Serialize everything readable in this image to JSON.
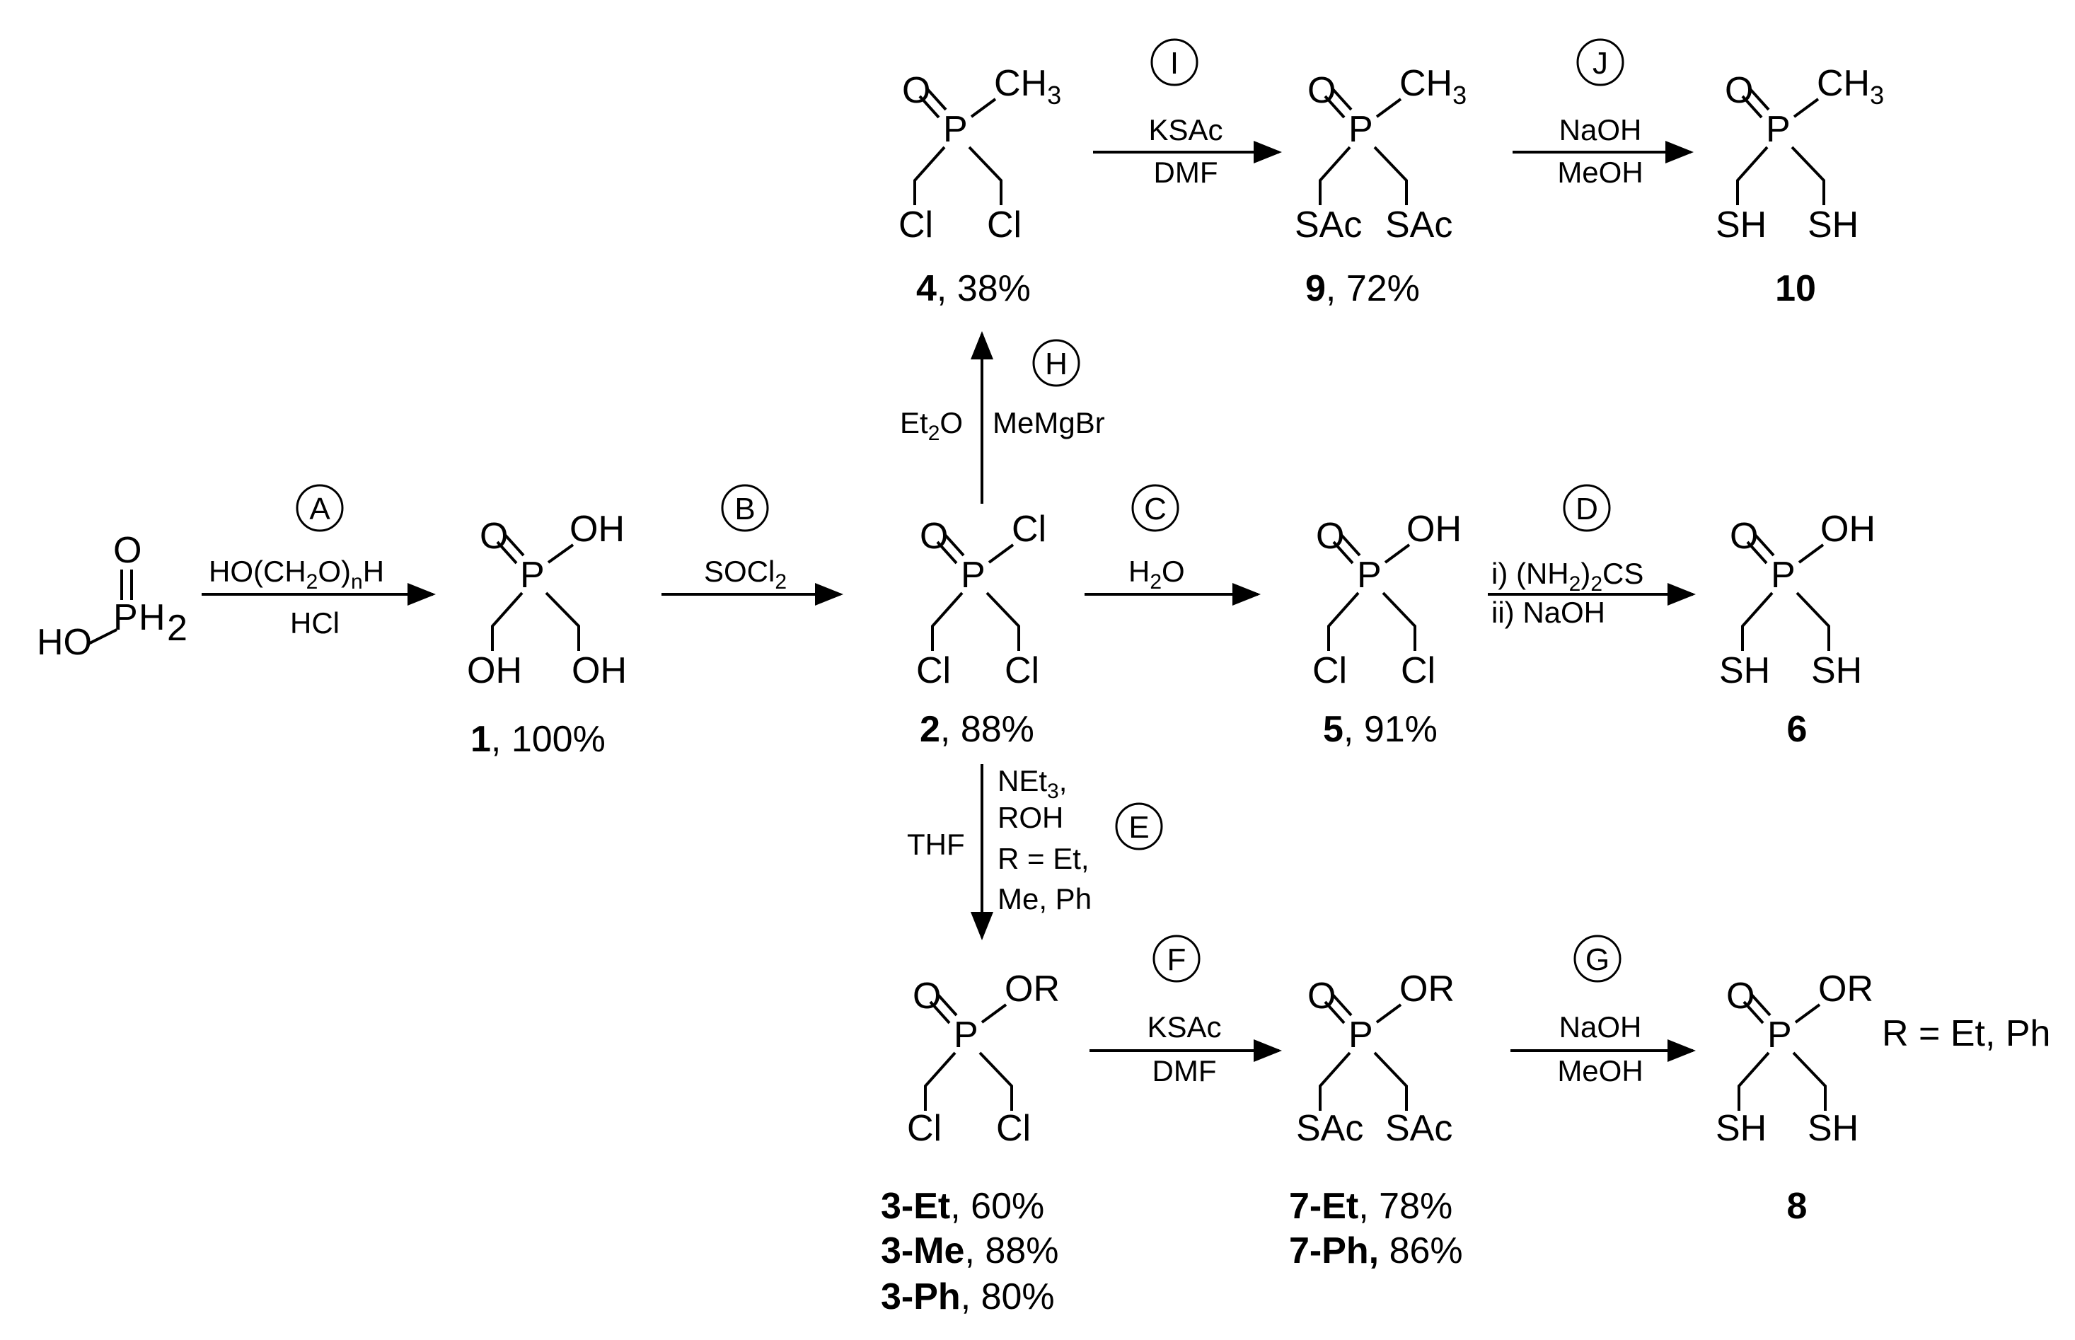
{
  "compounds": [
    {
      "id": "hp",
      "top": [],
      "atoms": {
        "o": "O",
        "p": "P",
        "ho": "HO",
        "h2": "H",
        "h2sub": "2"
      }
    },
    {
      "id": "c1",
      "top": [
        "O",
        "P",
        "OH"
      ],
      "bottom": [
        "OH",
        "OH"
      ],
      "label_num": "1",
      "label_rest": ", 100%"
    },
    {
      "id": "c2",
      "top": [
        "O",
        "P",
        "Cl"
      ],
      "bottom": [
        "Cl",
        "Cl"
      ],
      "label_num": "2",
      "label_rest": ", 88%"
    },
    {
      "id": "c5",
      "top": [
        "O",
        "P",
        "OH"
      ],
      "bottom": [
        "Cl",
        "Cl"
      ],
      "label_num": "5",
      "label_rest": ", 91%"
    },
    {
      "id": "c6",
      "top": [
        "O",
        "P",
        "OH"
      ],
      "bottom": [
        "SH",
        "SH"
      ],
      "label_num": "6",
      "label_rest": ""
    },
    {
      "id": "c4",
      "top": [
        "O",
        "P",
        "CH",
        "3"
      ],
      "bottom": [
        "Cl",
        "Cl"
      ],
      "label_num": "4",
      "label_rest": ", 38%"
    },
    {
      "id": "c9",
      "top": [
        "O",
        "P",
        "CH",
        "3"
      ],
      "bottom": [
        "SAc",
        "SAc"
      ],
      "label_num": "9",
      "label_rest": ", 72%"
    },
    {
      "id": "c10",
      "top": [
        "O",
        "P",
        "CH",
        "3"
      ],
      "bottom": [
        "SH",
        "SH"
      ],
      "label_num": "10",
      "label_rest": ""
    },
    {
      "id": "c3",
      "top": [
        "O",
        "P",
        "OR"
      ],
      "bottom": [
        "Cl",
        "Cl"
      ],
      "labels": [
        {
          "b": "3-Et",
          "r": ", 60%"
        },
        {
          "b": "3-Me",
          "r": ", 88%"
        },
        {
          "b": "3-Ph",
          "r": ", 80%"
        }
      ]
    },
    {
      "id": "c7",
      "top": [
        "O",
        "P",
        "OR"
      ],
      "bottom": [
        "SAc",
        "SAc"
      ],
      "labels": [
        {
          "b": "7-Et",
          "r": ", 78%"
        },
        {
          "b": "7-Ph,",
          "r": " 86%"
        }
      ]
    },
    {
      "id": "c8",
      "top": [
        "O",
        "P",
        "OR"
      ],
      "bottom": [
        "SH",
        "SH"
      ],
      "label_num": "8",
      "label_rest": "",
      "note": "R = Et, Ph"
    }
  ],
  "steps": {
    "A": {
      "letter": "A",
      "above": {
        "a": "HO(CH",
        "s1": "2",
        "b": "O)",
        "s2": "n",
        "c": "H"
      },
      "below": "HCl"
    },
    "B": {
      "letter": "B",
      "above_a": "SOCl",
      "above_sub": "2"
    },
    "C": {
      "letter": "C",
      "above_a": "H",
      "above_sub": "2",
      "above_b": "O"
    },
    "D": {
      "letter": "D",
      "above": {
        "a": "i) (NH",
        "s": "2",
        "b": ")",
        "s2": "2",
        "c": "CS"
      },
      "below": "ii) NaOH"
    },
    "E": {
      "letter": "E",
      "left": "THF",
      "right": {
        "l1a": "NEt",
        "l1s": "3",
        "l1b": ",",
        "l2": "ROH",
        "l3": "R = Et,",
        "l4": "Me, Ph"
      }
    },
    "F": {
      "letter": "F",
      "above": "KSAc",
      "below": "DMF"
    },
    "G": {
      "letter": "G",
      "above": "NaOH",
      "below": "MeOH"
    },
    "H": {
      "letter": "H",
      "left_a": "Et",
      "left_sub": "2",
      "left_b": "O",
      "right": "MeMgBr"
    },
    "I": {
      "letter": "I",
      "above": "KSAc",
      "below": "DMF"
    },
    "J": {
      "letter": "J",
      "above": "NaOH",
      "below": "MeOH"
    }
  }
}
